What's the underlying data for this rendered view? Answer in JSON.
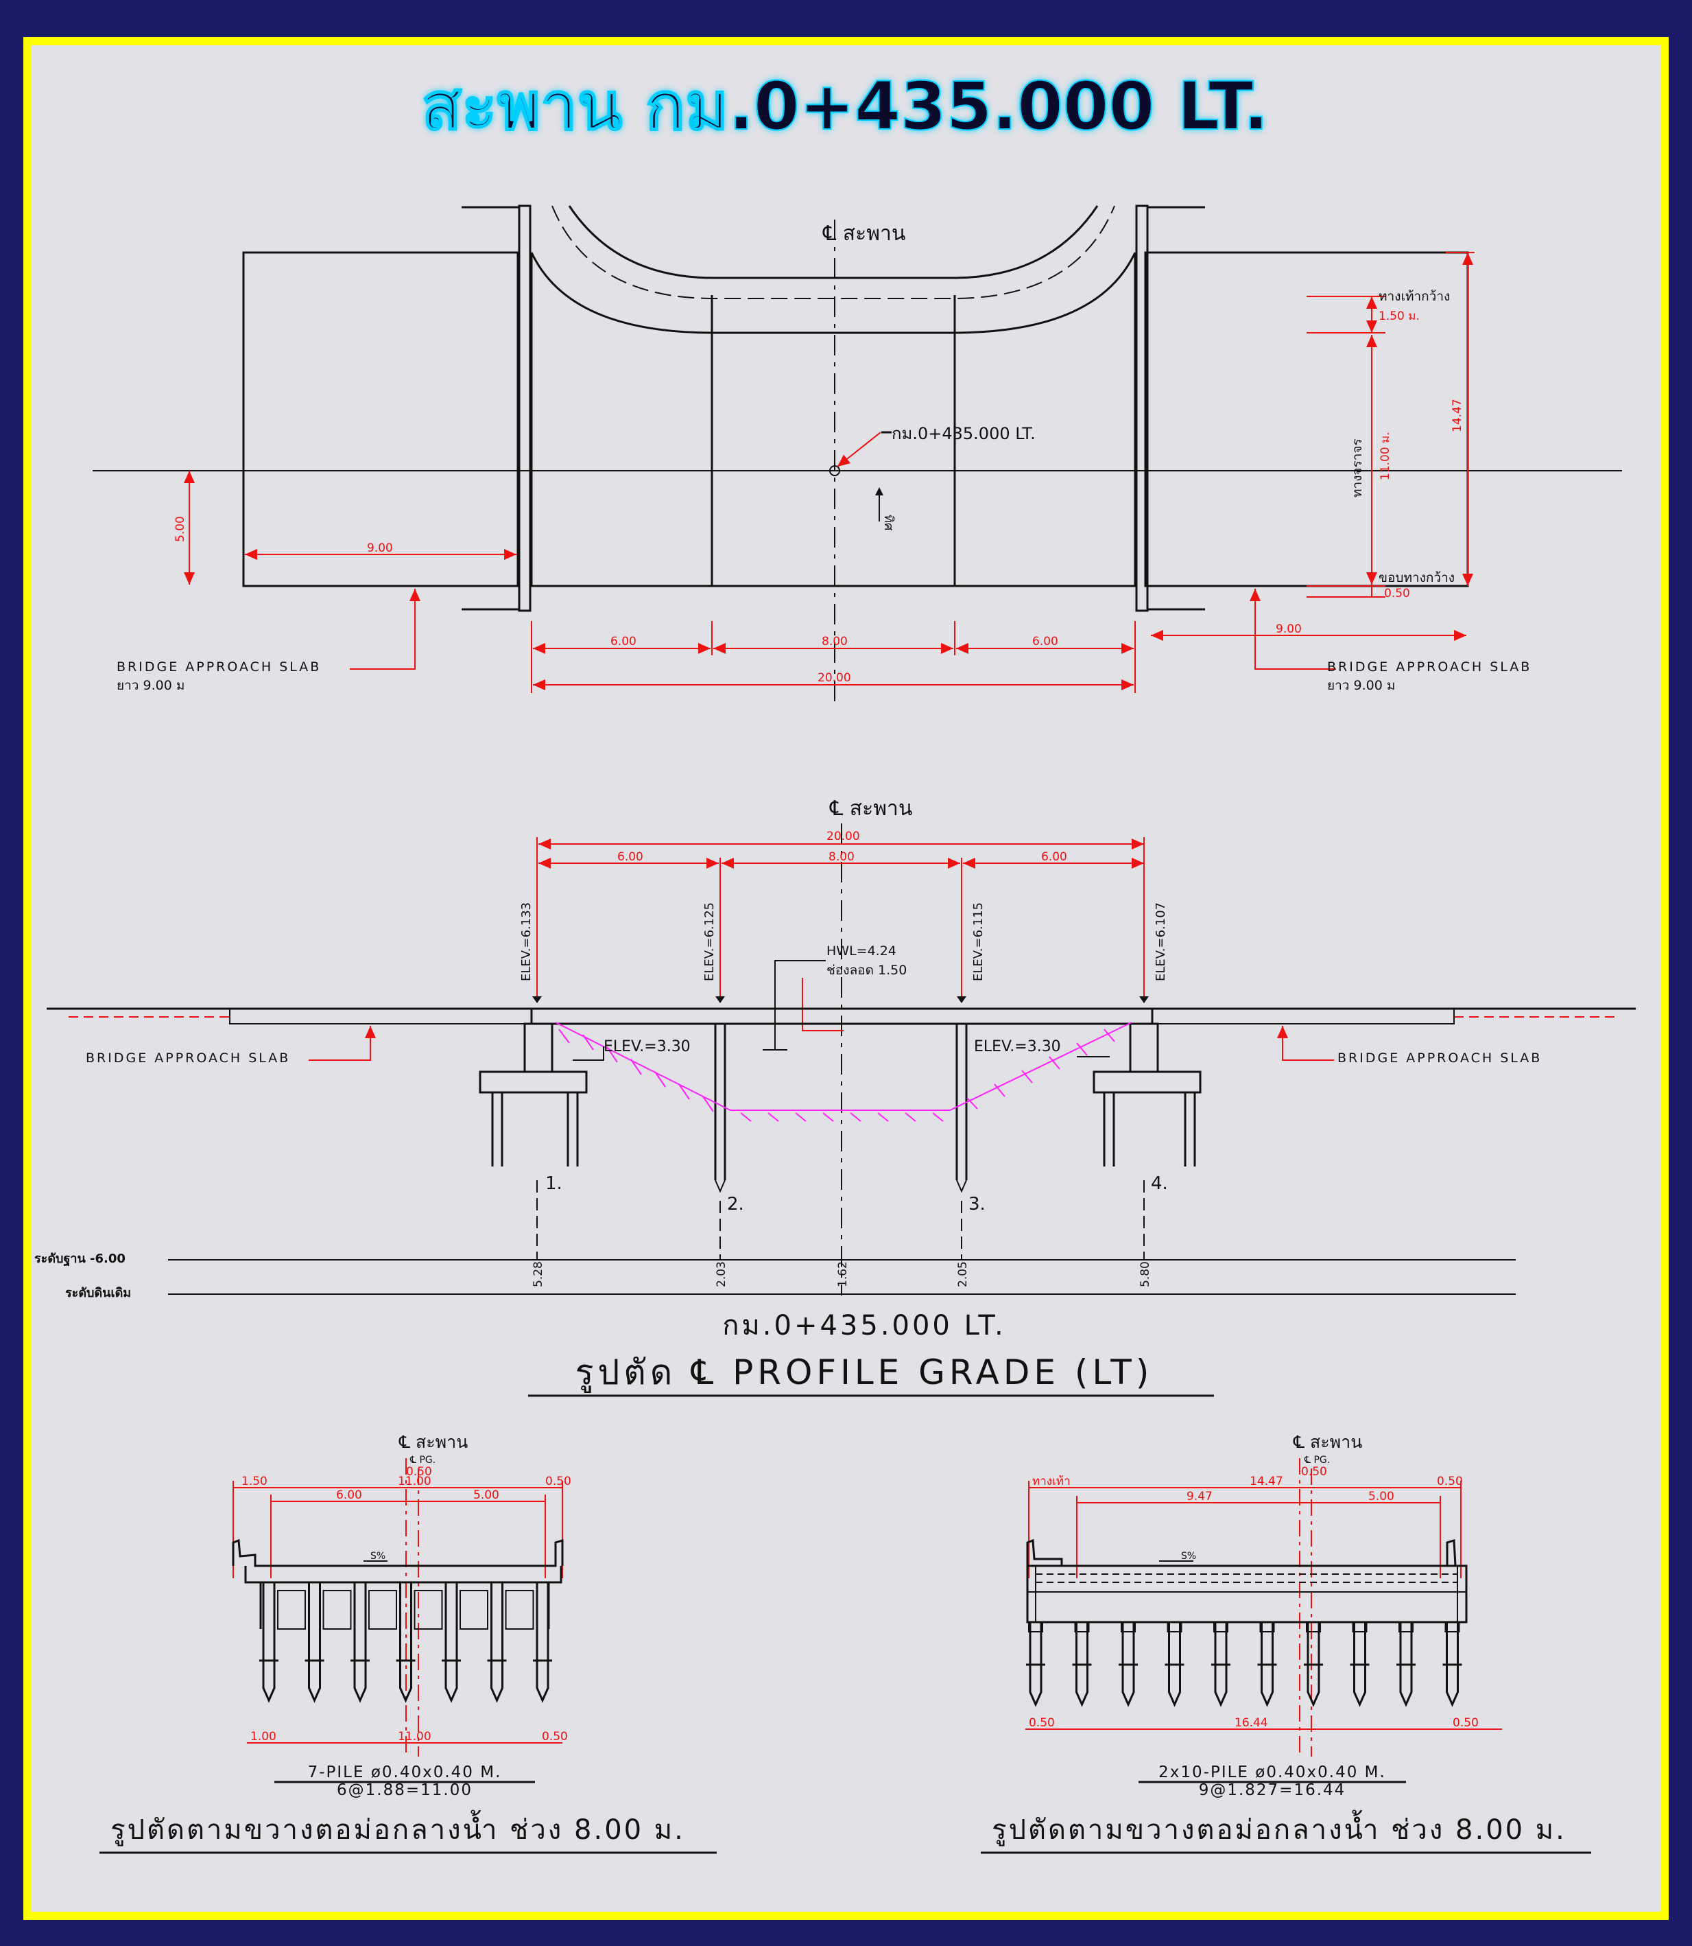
{
  "title": "สะพาน กม.0+435.000 LT.",
  "plan": {
    "cl_label": "℄ สะพาน",
    "station": "กม.0+435.000 LT.",
    "north": "ทิศ",
    "dim_5_00": "5.00",
    "dim_9_left": "9.00",
    "dim_9_right": "9.00",
    "span_6_left": "6.00",
    "span_8": "8.00",
    "span_6_right": "6.00",
    "total_20": "20.00",
    "sidewalk_label": "ทางเท้ากว้าง",
    "sidewalk_width": "1.50 ม.",
    "road_label": "ทางจราจร",
    "road_width": "11.00 ม.",
    "curb_label": "ขอบทางกว้าง",
    "curb_width": "0.50",
    "total_width": "14.47",
    "approach_left_1": "BRIDGE APPROACH SLAB",
    "approach_left_2": "ยาว 9.00 ม",
    "approach_right_1": "BRIDGE APPROACH SLAB",
    "approach_right_2": "ยาว 9.00 ม"
  },
  "profile": {
    "cl_label": "℄ สะพาน",
    "total": "20.00",
    "span1": "6.00",
    "span2": "8.00",
    "span3": "6.00",
    "elev1": "ELEV.=6.133",
    "elev2": "ELEV.=6.125",
    "elev3": "ELEV.=6.115",
    "elev4": "ELEV.=6.107",
    "hwl": "HWL=4.24",
    "clearance": "ช่องลอด 1.50",
    "bed_left": "ELEV.=3.30",
    "bed_right": "ELEV.=3.30",
    "approach_left": "BRIDGE APPROACH SLAB",
    "approach_right": "BRIDGE APPROACH SLAB",
    "support1": "1.",
    "support2": "2.",
    "support3": "3.",
    "support4": "4.",
    "datum_label": "ระดับฐาน -6.00",
    "ground_label": "ระดับดินเดิม",
    "g1": "5.28",
    "g2": "2.03",
    "g3": "1.62",
    "g4": "2.05",
    "g5": "5.80",
    "station": "กม.0+435.000 LT.",
    "section_title": "รูปตัด ℄ PROFILE GRADE (LT)"
  },
  "section_left": {
    "cl_label": "℄ สะพาน",
    "cl_pg": "℄ PG.",
    "d_150": "1.50",
    "d_1100": "11.00",
    "d_050a": "0.50",
    "d_050b": "0.50",
    "d_600": "6.00",
    "d_500": "5.00",
    "slope": "S%",
    "b_100": "1.00",
    "b_1100": "11.00",
    "b_050": "0.50",
    "pile_line1": "7-PILE ø0.40x0.40 M.",
    "pile_line2": "6@1.88=11.00",
    "title": "รูปตัดตามขวางตอม่อกลางน้ำ ช่วง 8.00 ม."
  },
  "section_right": {
    "cl_label": "℄ สะพาน",
    "cl_pg": "℄ PG.",
    "d_walk": "ทางเท้า",
    "d_1447": "14.47",
    "d_050a": "0.50",
    "d_050b": "0.50",
    "d_947": "9.47",
    "d_500": "5.00",
    "slope": "S%",
    "b_050a": "0.50",
    "b_1644": "16.44",
    "b_050b": "0.50",
    "pile_line1": "2x10-PILE ø0.40x0.40 M.",
    "pile_line2": "9@1.827=16.44",
    "title": "รูปตัดตามขวางตอม่อกลางน้ำ ช่วง 8.00 ม."
  },
  "colors": {
    "border": "#1a1a66",
    "frame": "#ffff00",
    "sheet": "#e1e1e6",
    "dim": "#ee1111",
    "soil": "#ff22ff"
  }
}
